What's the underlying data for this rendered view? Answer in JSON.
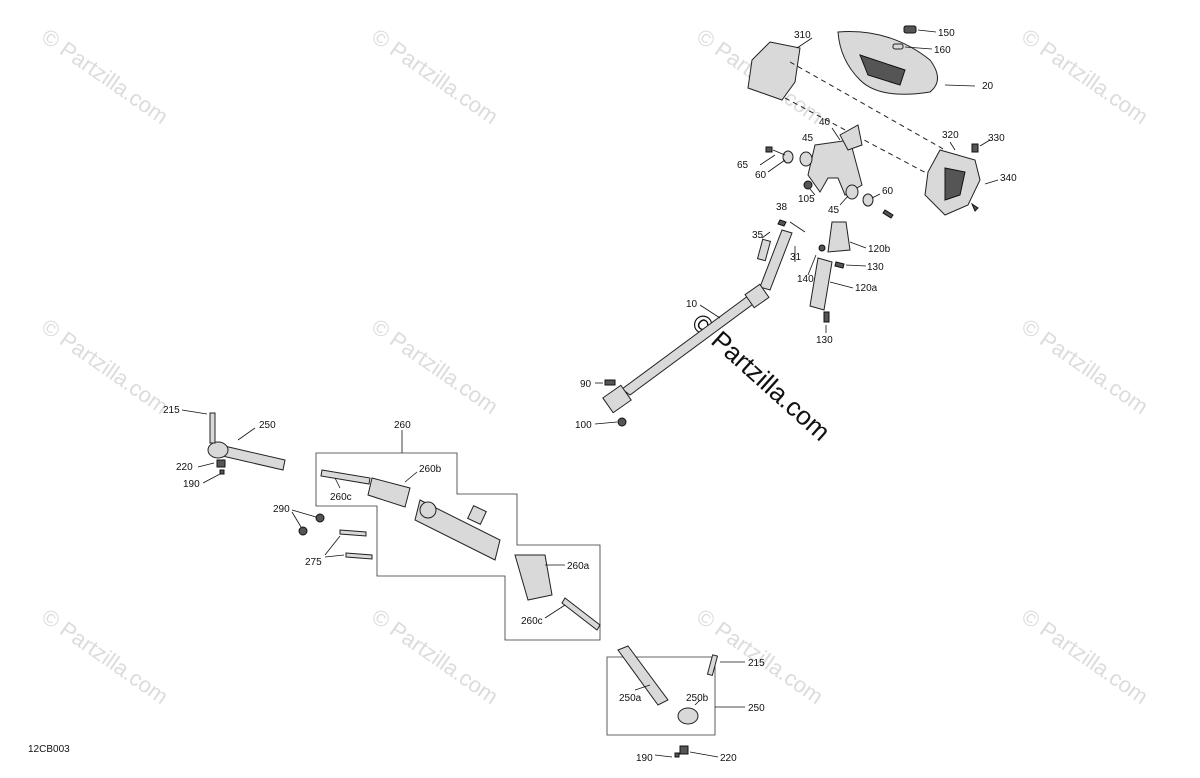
{
  "diagram_code": "12CB003",
  "watermark_text": "© Partzilla.com",
  "watermark_center_text": "© Partzilla.com",
  "labels": {
    "l310": "310",
    "l150": "150",
    "l160": "160",
    "l20": "20",
    "l40": "40",
    "l45a": "45",
    "l65": "65",
    "l60a": "60",
    "l105": "105",
    "l45b": "45",
    "l60b": "60",
    "l320": "320",
    "l330": "330",
    "l340": "340",
    "l38": "38",
    "l35": "35",
    "l31": "31",
    "l120b": "120b",
    "l130a": "130",
    "l140": "140",
    "l120a": "120a",
    "l130b": "130",
    "l10": "10",
    "l90": "90",
    "l100": "100",
    "l215a": "215",
    "l250a": "250",
    "l220a": "220",
    "l190a": "190",
    "l260": "260",
    "l260b": "260b",
    "l260c_a": "260c",
    "l290": "290",
    "l275": "275",
    "l260a": "260a",
    "l260c_b": "260c",
    "l215b": "215",
    "l250a_sub": "250a",
    "l250b": "250b",
    "l250b_grp": "250",
    "l190b": "190",
    "l220b": "220"
  }
}
